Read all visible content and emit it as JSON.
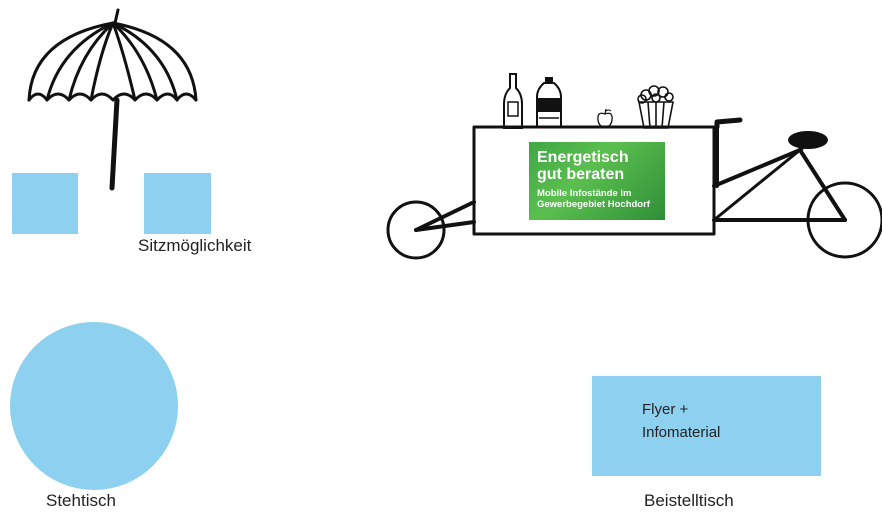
{
  "labels": {
    "seating": "Sitzmöglichkeit",
    "standing_table": "Stehtisch",
    "side_table": "Beistelltisch"
  },
  "side_table_text": {
    "line1": "Flyer +",
    "line2": "Infomaterial"
  },
  "sign": {
    "title_line1": "Energetisch",
    "title_line2": "gut beraten",
    "sub_line1": "Mobile Infostände im",
    "sub_line2": "Gewerbegebiet Hochdorf"
  },
  "icons": [
    "umbrella-icon",
    "bottle-icon",
    "water-bottle-icon",
    "apple-icon",
    "popcorn-icon",
    "cargo-bike-icon"
  ],
  "colors": {
    "furniture_fill": "#8ed0ef",
    "sign_green": "#3fa745",
    "line": "#111111"
  }
}
